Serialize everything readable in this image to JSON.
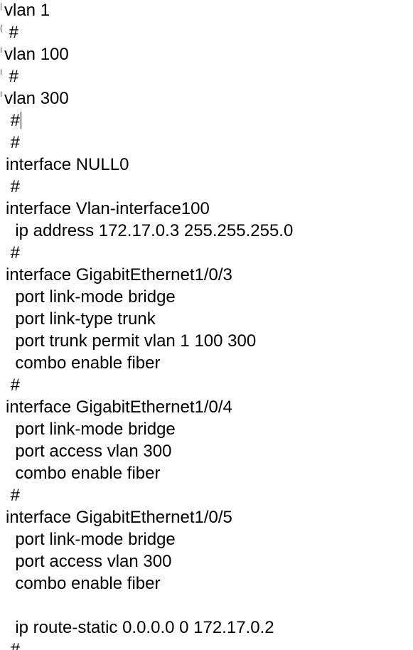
{
  "config_lines": [
    "vlan 1",
    " #",
    "vlan 100",
    " #",
    "vlan 300",
    " #",
    " #",
    "interface NULL0",
    " #",
    "interface Vlan-interface100",
    "  ip address 172.17.0.3 255.255.255.0",
    " #",
    "interface GigabitEthernet1/0/3",
    "  port link-mode bridge",
    "  port link-type trunk",
    "  port trunk permit vlan 1 100 300",
    "  combo enable fiber",
    " #",
    "interface GigabitEthernet1/0/4",
    "  port link-mode bridge",
    "  port access vlan 300",
    "  combo enable fiber",
    " #",
    "interface GigabitEthernet1/0/5",
    "  port link-mode bridge",
    "  port access vlan 300",
    "  combo enable fiber",
    "",
    "  ip route-static 0.0.0.0 0 172.17.0.2",
    " #"
  ],
  "gutter_marks": [
    "|",
    "(",
    "I",
    "I",
    "I"
  ]
}
